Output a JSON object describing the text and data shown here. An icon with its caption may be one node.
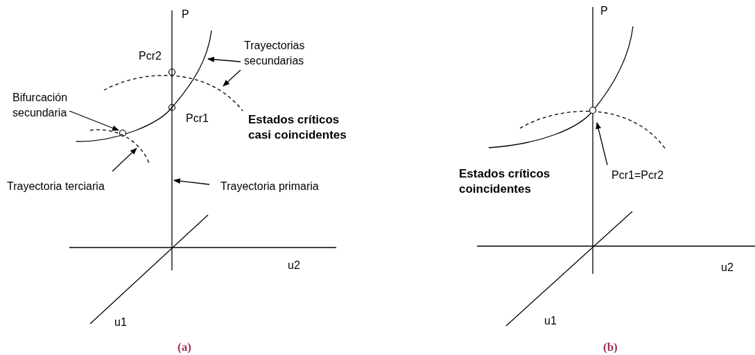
{
  "diagram": {
    "nodes": [
      {
        "text": [
          "Trayectorias secundarias"
        ]
      },
      {
        "text": [],
        "shape": "curve"
      },
      {
        "text": [],
        "shape": "curve"
      },
      {
        "text": [
          "Bifurcación secundaria"
        ]
      },
      {
        "text": [],
        "shape": "circle"
      },
      {
        "text": [
          "Trayectoria terciaria"
        ]
      },
      {
        "text": [],
        "shape": "curve"
      },
      {
        "text": [
          "Trayectoria primaria"
        ]
      },
      {
        "text": [],
        "shape": "line"
      },
      {
        "text": [
          "Pcr1=Pcr2"
        ]
      },
      {
        "text": [],
        "shape": "circle"
      }
    ],
    "edges": [
      {
        "from": 0,
        "to": 1,
        "arrow": "to"
      },
      {
        "from": 0,
        "to": 2,
        "arrow": "to"
      },
      {
        "from": 3,
        "to": 4,
        "arrow": "to"
      },
      {
        "from": 5,
        "to": 6,
        "arrow": "to"
      },
      {
        "from": 7,
        "to": 8,
        "arrow": "to"
      },
      {
        "from": 9,
        "to": 10,
        "arrow": "to"
      }
    ],
    "labels": [
      "P",
      "Pcr2",
      "Pcr1",
      "Estados críticos casi coincidentes",
      "u2",
      "u1",
      "(a)",
      "P",
      "Estados críticos coincidentes",
      "u2",
      "u1",
      "(b)"
    ]
  }
}
